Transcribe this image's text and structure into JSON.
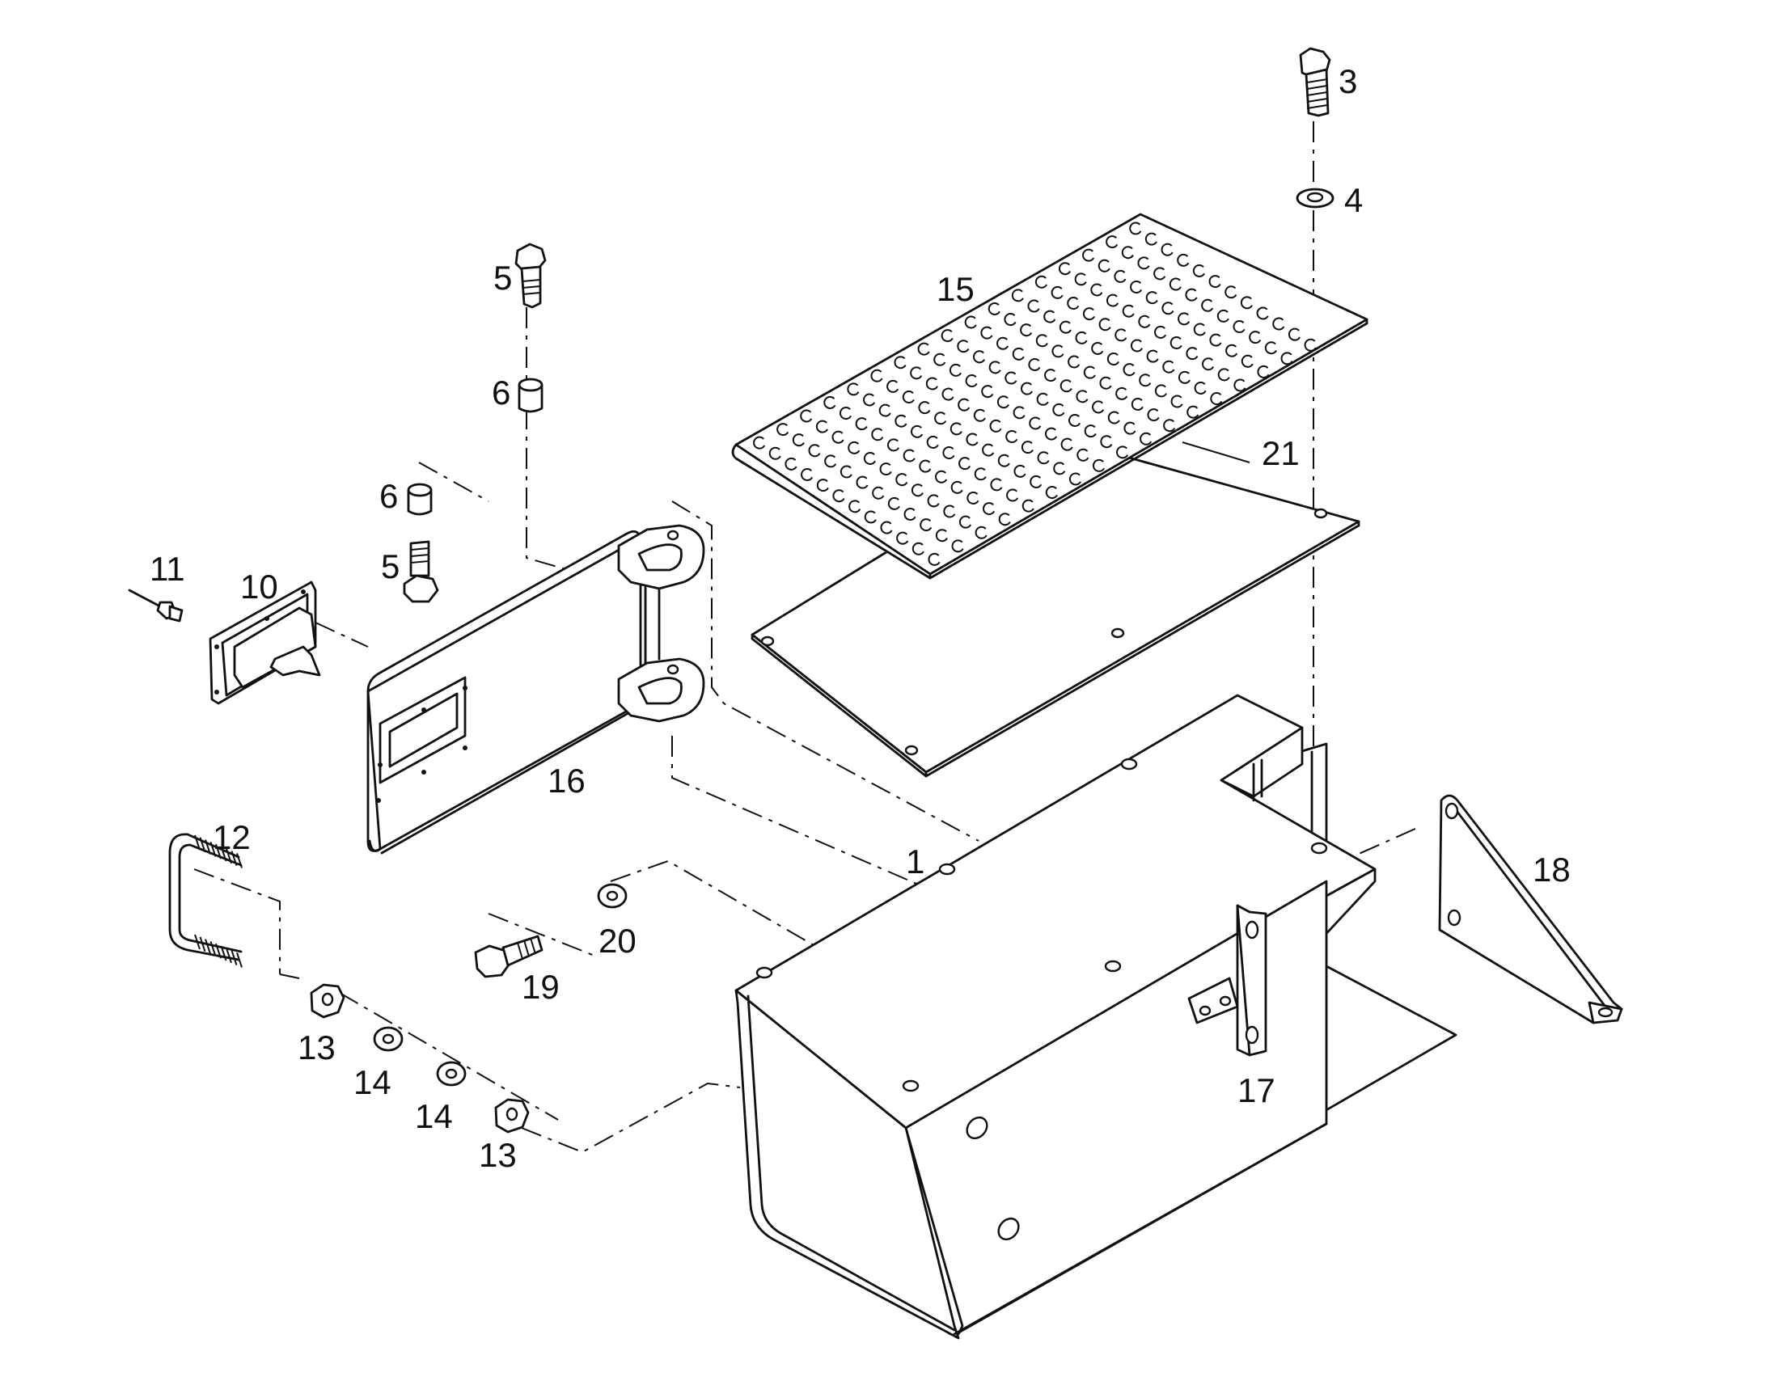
{
  "diagram": {
    "callouts": [
      {
        "id": "c1",
        "text": "1"
      },
      {
        "id": "c3",
        "text": "3"
      },
      {
        "id": "c4",
        "text": "4"
      },
      {
        "id": "c5a",
        "text": "5"
      },
      {
        "id": "c5b",
        "text": "5"
      },
      {
        "id": "c6a",
        "text": "6"
      },
      {
        "id": "c6b",
        "text": "6"
      },
      {
        "id": "c10",
        "text": "10"
      },
      {
        "id": "c11",
        "text": "11"
      },
      {
        "id": "c12",
        "text": "12"
      },
      {
        "id": "c13a",
        "text": "13"
      },
      {
        "id": "c13b",
        "text": "13"
      },
      {
        "id": "c14a",
        "text": "14"
      },
      {
        "id": "c14b",
        "text": "14"
      },
      {
        "id": "c15",
        "text": "15"
      },
      {
        "id": "c16",
        "text": "16"
      },
      {
        "id": "c17",
        "text": "17"
      },
      {
        "id": "c18",
        "text": "18"
      },
      {
        "id": "c19",
        "text": "19"
      },
      {
        "id": "c20",
        "text": "20"
      },
      {
        "id": "c21",
        "text": "21"
      }
    ]
  }
}
